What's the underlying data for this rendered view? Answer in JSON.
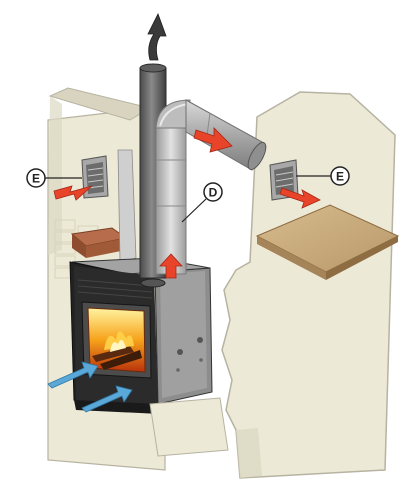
{
  "diagram": {
    "callouts": [
      {
        "id": "E-left",
        "label": "E"
      },
      {
        "id": "D",
        "label": "D"
      },
      {
        "id": "E-right",
        "label": "E"
      }
    ],
    "colors": {
      "wall": "#ece9d6",
      "wall_outline": "#b7b3a2",
      "wood": "#c9a878",
      "pipe": "#6f6f6f",
      "duct": "#c9c9c9",
      "hot_air": "#e8442a",
      "cold_air": "#5aa8d8",
      "fireplace": "#8f8f8f",
      "outline": "#333333"
    },
    "icons": [
      "smoke-arrow-icon",
      "hot-air-arrow-icon",
      "cold-air-arrow-icon",
      "fire-icon"
    ]
  }
}
